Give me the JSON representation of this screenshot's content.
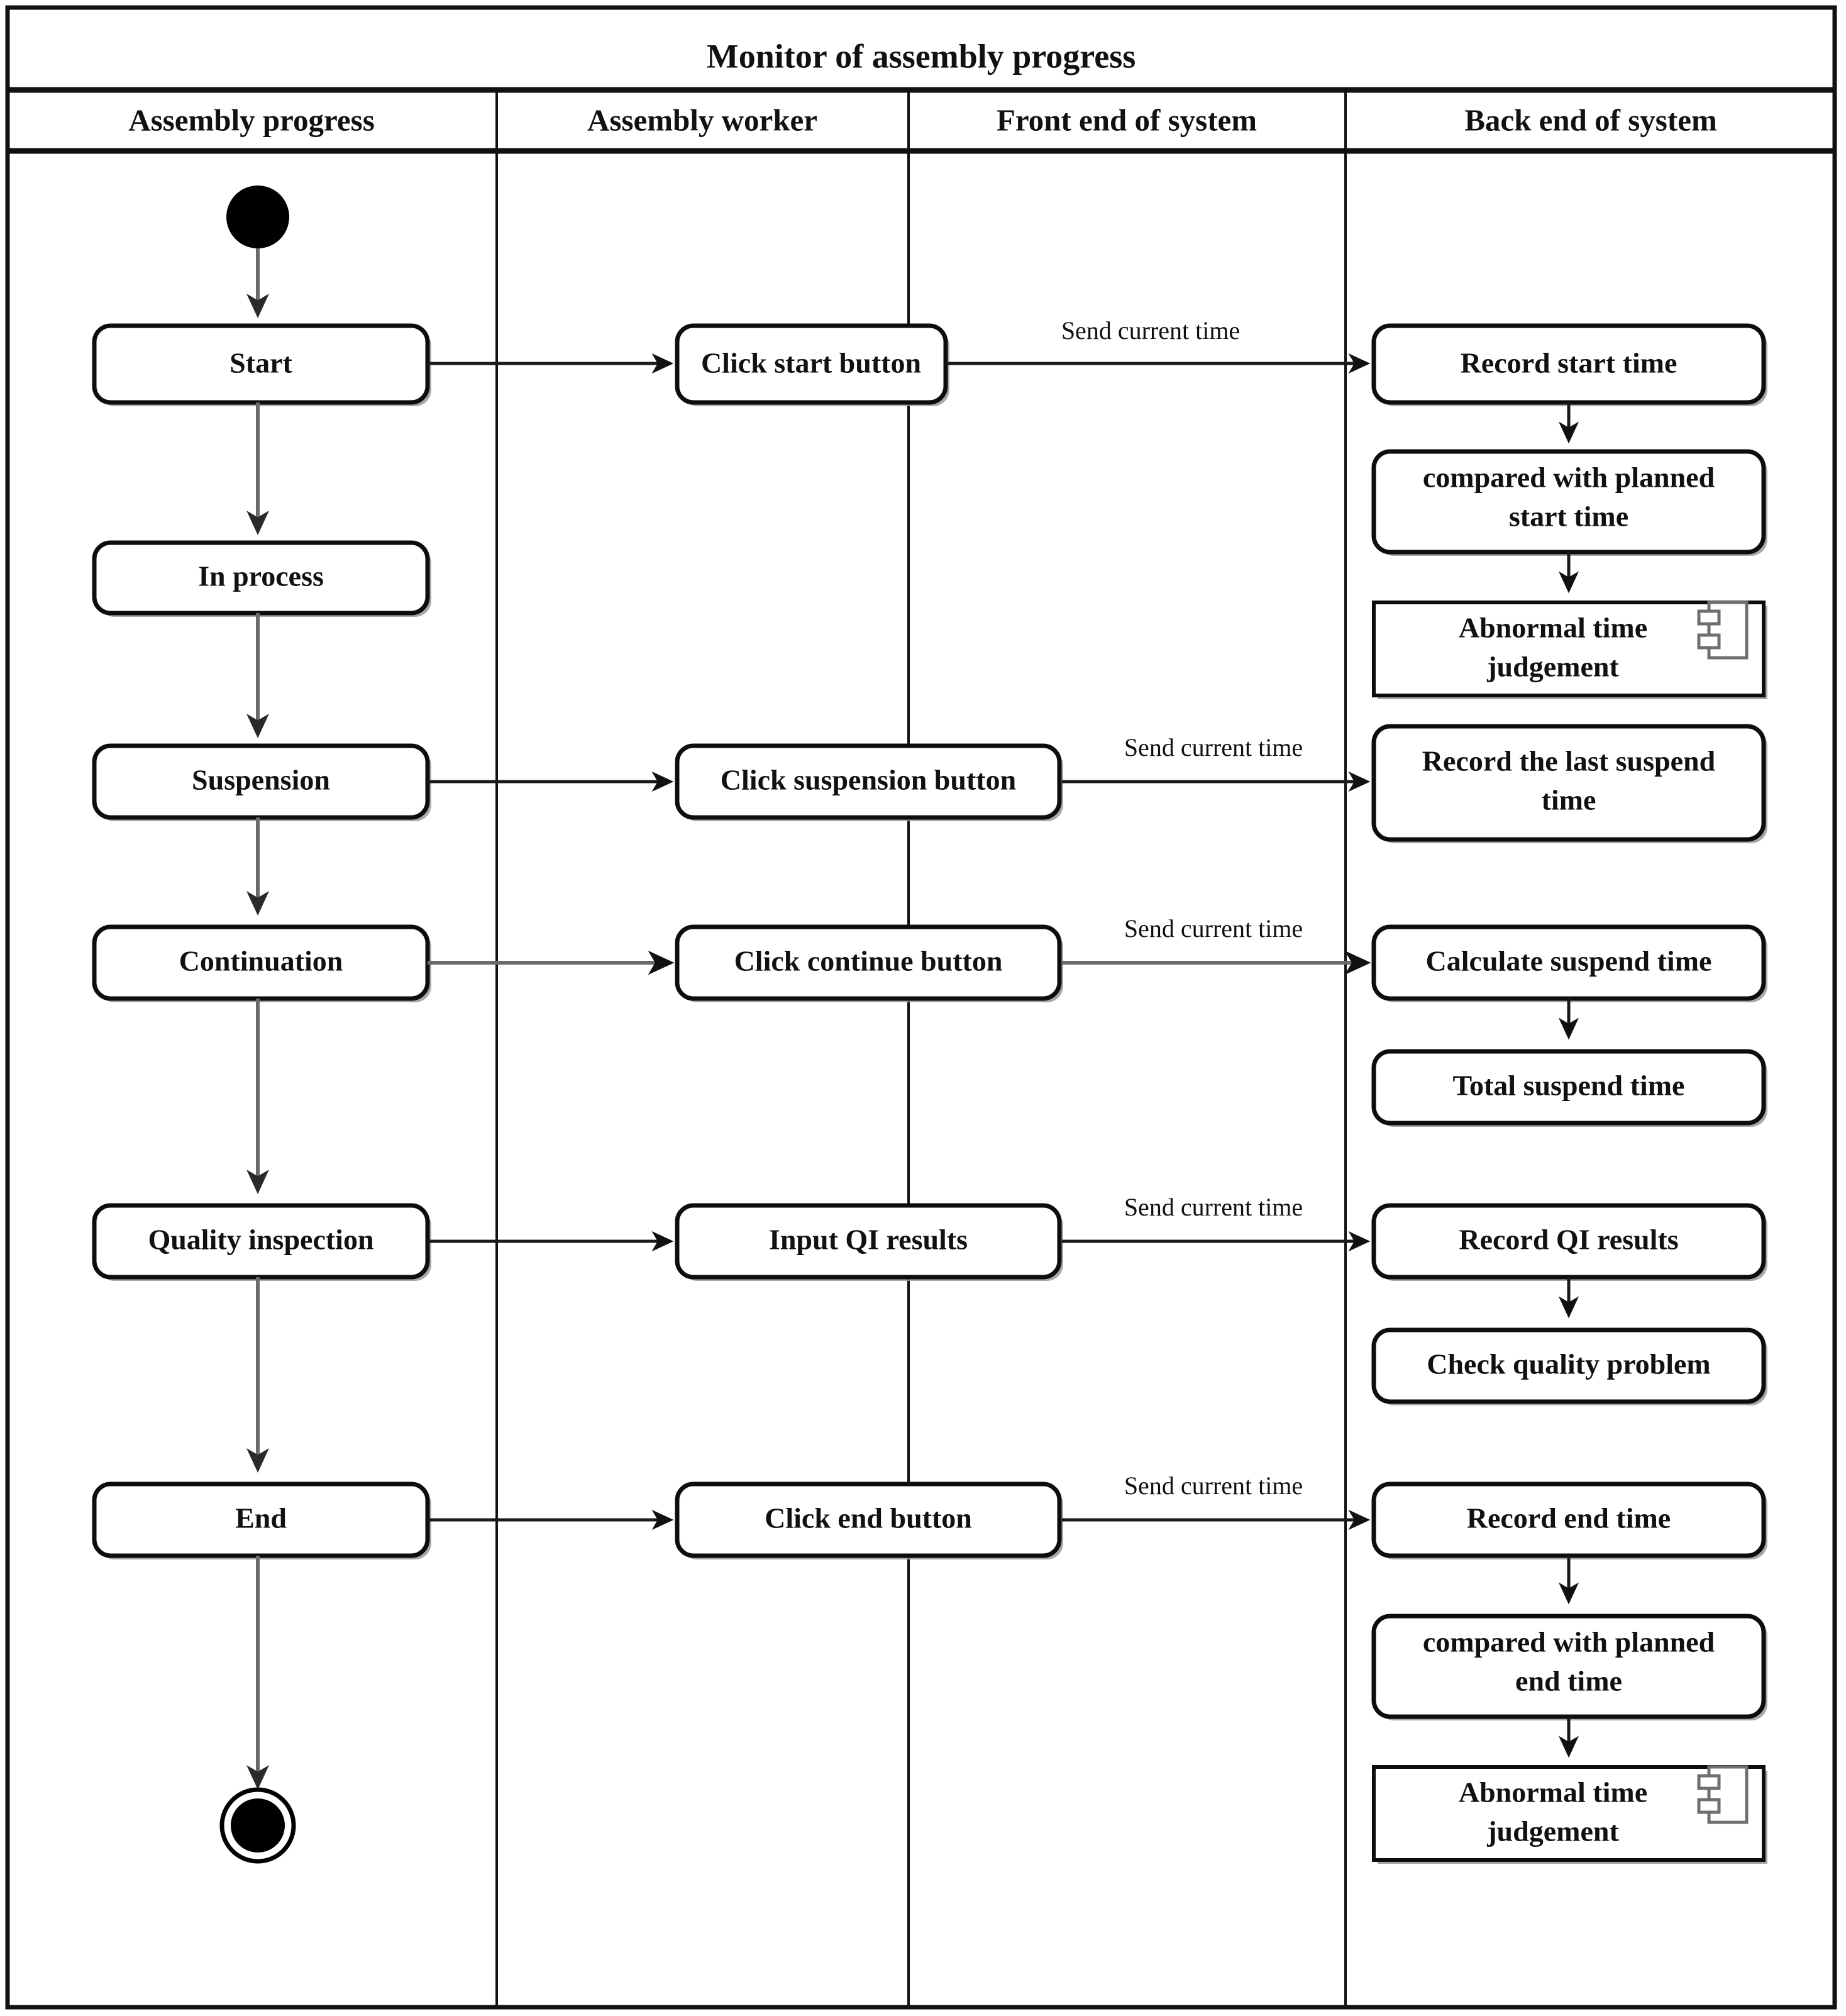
{
  "diagram": {
    "title": "Monitor of assembly progress",
    "type": "uml-activity-swimlane",
    "lanes": [
      {
        "id": "assembly-progress",
        "label": "Assembly progress"
      },
      {
        "id": "assembly-worker",
        "label": "Assembly worker"
      },
      {
        "id": "front-end",
        "label": "Front end of system"
      },
      {
        "id": "back-end",
        "label": "Back end of system"
      }
    ],
    "nodes": {
      "initial": {
        "label": "",
        "shape": "initial-node",
        "lane": "assembly-progress"
      },
      "start": {
        "label": "Start",
        "shape": "rounded",
        "lane": "assembly-progress"
      },
      "in_process": {
        "label": "In process",
        "shape": "rounded",
        "lane": "assembly-progress"
      },
      "suspension": {
        "label": "Suspension",
        "shape": "rounded",
        "lane": "assembly-progress"
      },
      "continuation": {
        "label": "Continuation",
        "shape": "rounded",
        "lane": "assembly-progress"
      },
      "quality_inspection": {
        "label": "Quality inspection",
        "shape": "rounded",
        "lane": "assembly-progress"
      },
      "end": {
        "label": "End",
        "shape": "rounded",
        "lane": "assembly-progress"
      },
      "final": {
        "label": "",
        "shape": "final-node",
        "lane": "assembly-progress"
      },
      "click_start": {
        "label": "Click start button",
        "shape": "rounded",
        "lane": "assembly-worker"
      },
      "click_suspension": {
        "label": "Click suspension button",
        "shape": "rounded",
        "lane": "assembly-worker"
      },
      "click_continue": {
        "label": "Click continue button",
        "shape": "rounded",
        "lane": "assembly-worker"
      },
      "input_qi": {
        "label": "Input QI results",
        "shape": "rounded",
        "lane": "assembly-worker"
      },
      "click_end": {
        "label": "Click end button",
        "shape": "rounded",
        "lane": "assembly-worker"
      },
      "record_start": {
        "label": "Record start time",
        "shape": "rounded",
        "lane": "back-end"
      },
      "cmp_planned_start": {
        "label_line1": "compared with planned",
        "label_line2": "start time",
        "shape": "rounded",
        "lane": "back-end"
      },
      "abnormal_start": {
        "label_line1": "Abnormal time",
        "label_line2": "judgement",
        "shape": "component",
        "lane": "back-end"
      },
      "record_suspend": {
        "label_line1": "Record the last suspend",
        "label_line2": "time",
        "shape": "rounded",
        "lane": "back-end"
      },
      "calc_suspend": {
        "label": "Calculate suspend time",
        "shape": "rounded",
        "lane": "back-end"
      },
      "total_suspend": {
        "label": "Total suspend time",
        "shape": "rounded",
        "lane": "back-end"
      },
      "record_qi": {
        "label": "Record QI results",
        "shape": "rounded",
        "lane": "back-end"
      },
      "check_quality": {
        "label": "Check quality problem",
        "shape": "rounded",
        "lane": "back-end"
      },
      "record_end": {
        "label": "Record end time",
        "shape": "rounded",
        "lane": "back-end"
      },
      "cmp_planned_end": {
        "label_line1": "compared with planned",
        "label_line2": "end time",
        "shape": "rounded",
        "lane": "back-end"
      },
      "abnormal_end": {
        "label_line1": "Abnormal time",
        "label_line2": "judgement",
        "shape": "component",
        "lane": "back-end"
      }
    },
    "edge_labels": {
      "start_to_record": "Send current time",
      "suspension_to_record": "Send current time",
      "continue_to_calc": "Send current time",
      "qi_to_record": "Send current time",
      "end_to_record": "Send current time"
    },
    "colors": {
      "background": "#ffffff",
      "stroke": "#111111",
      "flow": "#6a6a6a",
      "node_fill": "#ffffff",
      "node_shadow": "#9a9a9a",
      "component_icon_stroke": "#6f6f6f"
    }
  }
}
